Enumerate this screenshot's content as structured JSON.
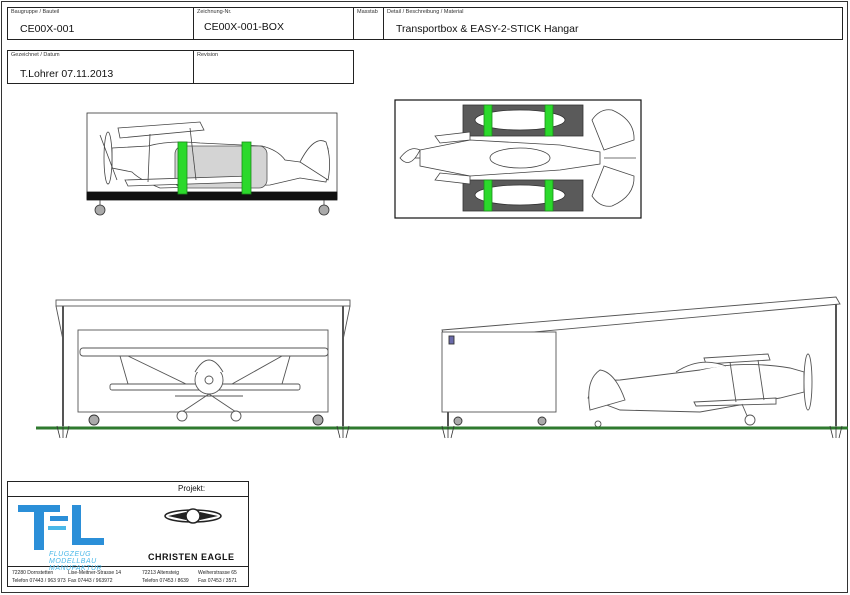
{
  "title_block": {
    "group_label": "Baugruppe / Bauteil",
    "group_value": "CE00X-001",
    "drawing_no_label": "Zeichnung-Nr.",
    "drawing_no_value": "CE00X-001-BOX",
    "scale_label": "Masstab",
    "scale_value": "",
    "detail_label": "Detail / Beschreibung / Material",
    "detail_value": "Transportbox & EASY-2-STICK Hangar",
    "drawn_label": "Gezeichnet / Datum",
    "drawn_value": "T.Lohrer   07.11.2013",
    "revision_label": "Revision",
    "revision_value": ""
  },
  "project_box": {
    "heading": "Projekt:",
    "logo_left_text": "FLUGZEUG MODELLBAU MANUFAKTUR",
    "logo_left_line1": "FLUGZEUG",
    "logo_left_line2": "MODELLBAU",
    "logo_left_line3": "MANUFAKTUR",
    "logo_right_text": "CHRISTEN EAGLE",
    "contact1_line1": "72280 Dornstetten",
    "contact1_line1b": "Lise-Meitner-Strasse 14",
    "contact1_line2": "Telefon 07443 / 963 973",
    "contact1_line2b": "Fax 07443 / 963972",
    "contact2_line1": "72213 Altensteig",
    "contact2_line1b": "Weiherstrasse 65",
    "contact2_line2": "Telefon 07453 / 8639",
    "contact2_line2b": "Fax 07453 / 3571"
  },
  "colors": {
    "strap": "#2bd92b",
    "ground": "#2f7a2f",
    "box_fill": "#d4d4d4",
    "frame": "#555555",
    "logo_blue": "#4ab8e8"
  }
}
